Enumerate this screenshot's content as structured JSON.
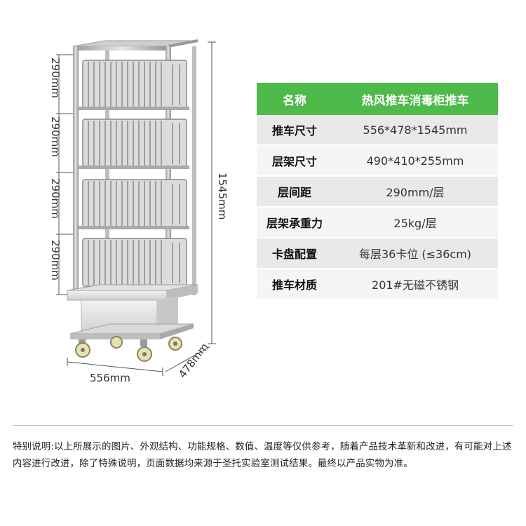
{
  "dimensions": {
    "tier_spacing": [
      "290mm",
      "290mm",
      "290mm",
      "290mm"
    ],
    "total_height": "1545mm",
    "width": "556mm",
    "depth": "478mm"
  },
  "spec_table": {
    "header": {
      "label": "名称",
      "value": "热风推车消毒柜推车"
    },
    "rows": [
      {
        "label": "推车尺寸",
        "value": "556*478*1545mm"
      },
      {
        "label": "层架尺寸",
        "value": "490*410*255mm"
      },
      {
        "label": "层间距",
        "value": "290mm/层"
      },
      {
        "label": "层架承重力",
        "value": "25kg/层"
      },
      {
        "label": "卡盘配置",
        "value": "每层36卡位 (≤36cm)"
      },
      {
        "label": "推车材质",
        "value": "201#无磁不锈钢"
      }
    ]
  },
  "disclaimer": "特别说明:以上所展示的图片、外观结构、功能规格、数值、温度等仅供参考，随着产品技术革新和改进，有可能对上述内容进行改进，除了特殊说明，页面数据均来源于圣托实验室测试结果。最终以产品实物为准。",
  "colors": {
    "header_green": "#4dba4a"
  }
}
